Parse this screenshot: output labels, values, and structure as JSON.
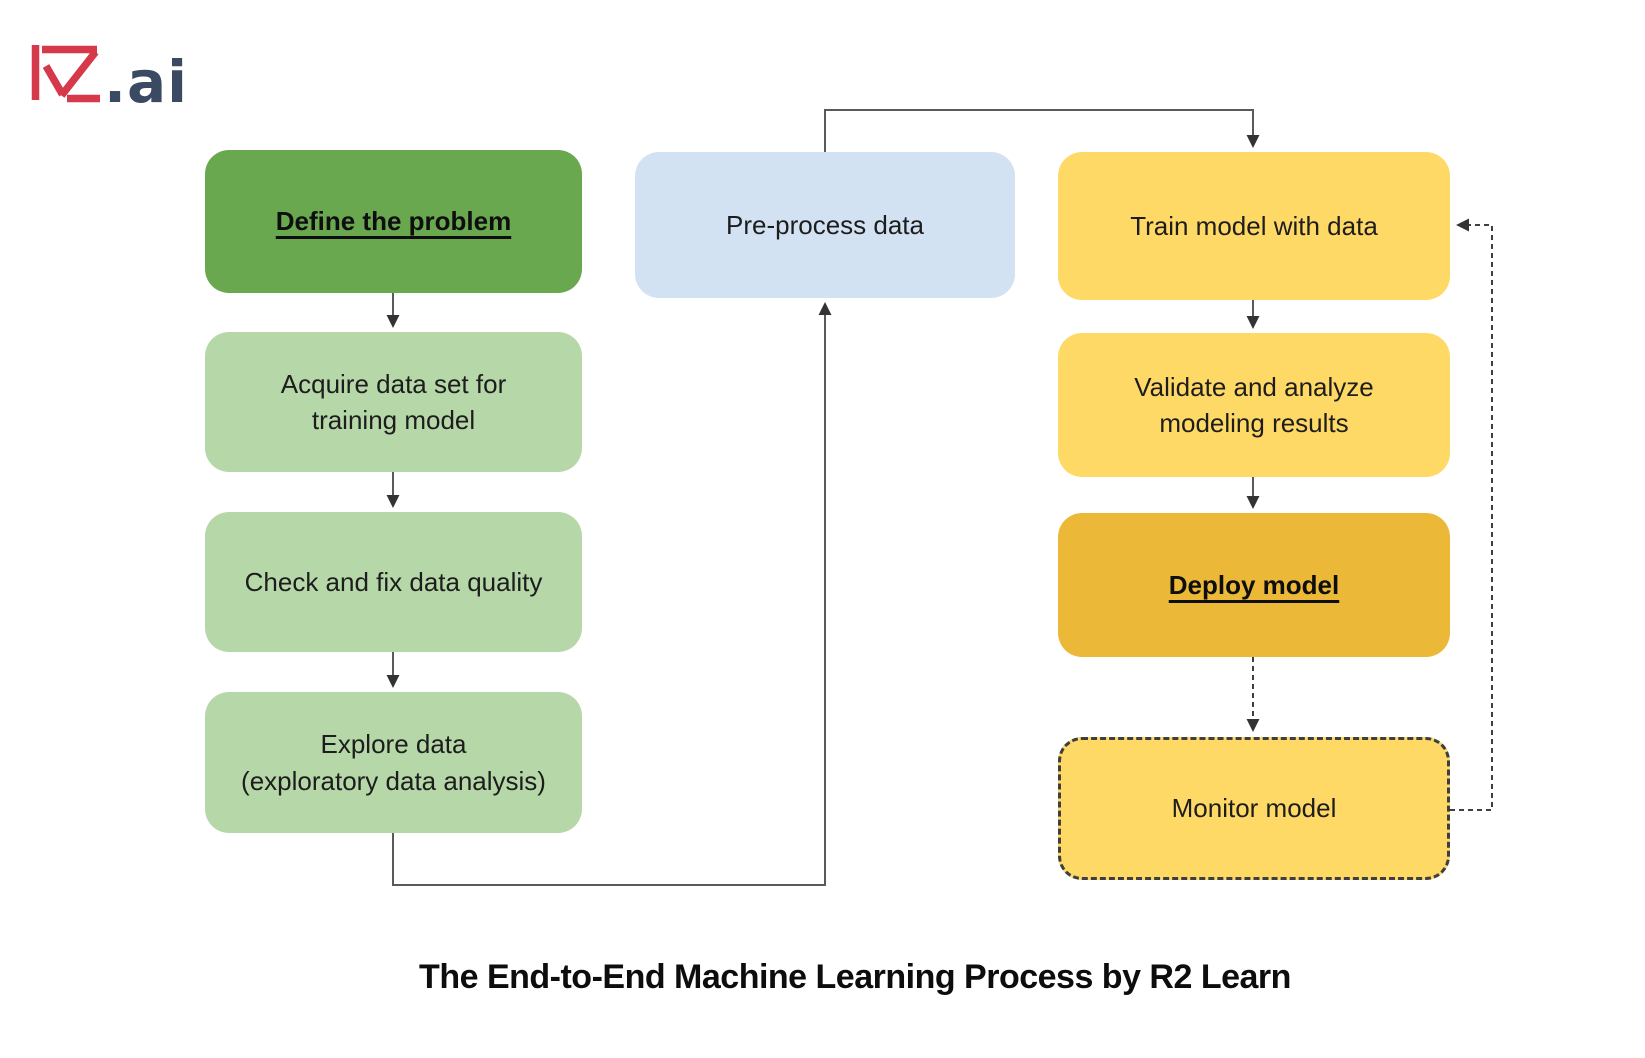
{
  "logo": {
    "monogram": "R2",
    "suffix": ".ai",
    "red": "#d5394a",
    "navy": "#3a4a63"
  },
  "flowchart": {
    "nodes": {
      "define": {
        "label": "Define the problem"
      },
      "acquire": {
        "label": "Acquire data set for\ntraining model"
      },
      "quality": {
        "label": "Check and fix data quality"
      },
      "explore": {
        "label": "Explore data\n(exploratory data analysis)"
      },
      "preprocess": {
        "label": "Pre-process data"
      },
      "train": {
        "label": "Train model with data"
      },
      "validate": {
        "label": "Validate and analyze\nmodeling results"
      },
      "deploy": {
        "label": "Deploy model"
      },
      "monitor": {
        "label": "Monitor model"
      }
    }
  },
  "caption": "The End-to-End Machine Learning Process by R2 Learn",
  "colors": {
    "dark_green": "#6aa84f",
    "light_green": "#b6d7a8",
    "light_blue": "#d2e2f3",
    "yellow": "#ffd966",
    "gold": "#ebb937",
    "connector": "#5a5a5a",
    "dashed_connector": "#3f3f3f",
    "text": "#1d1d1d",
    "logo_red": "#d5394a",
    "logo_navy": "#3a4a63"
  }
}
